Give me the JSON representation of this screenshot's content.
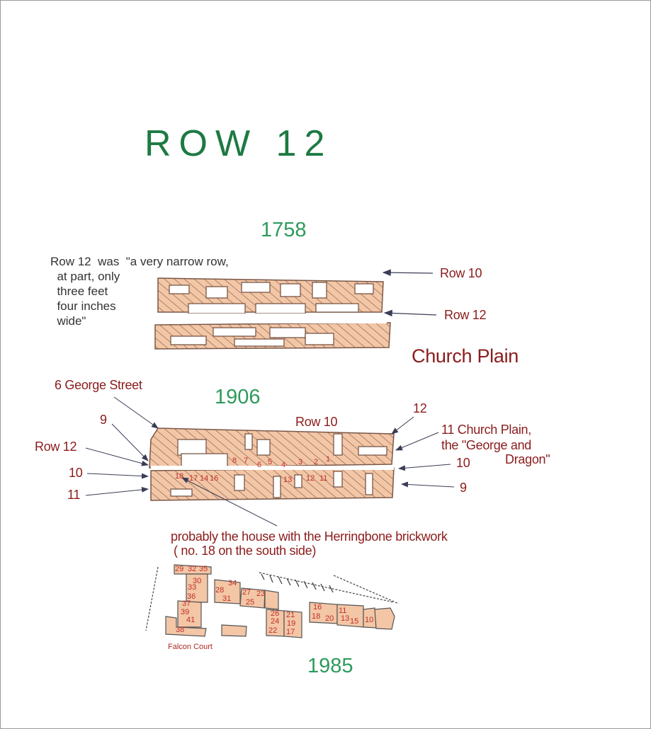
{
  "title": "ROW 12",
  "map_1758": {
    "year": "1758",
    "quote": "Row 12  was  \"a very narrow row,\n  at part, only\n  three feet\n  four inches\n  wide\"",
    "labels": {
      "row10": "Row 10",
      "row12": "Row 12",
      "church_plain": "Church Plain"
    }
  },
  "map_1906": {
    "year": "1906",
    "labels": {
      "george_street": "6 George Street",
      "n12": "12",
      "n9_left": "9",
      "row10": "Row 10",
      "church_plain_1": "11 Church Plain,",
      "church_plain_2": "the \"George and",
      "church_plain_3": "Dragon\"",
      "row12": "Row 12",
      "n10_left": "10",
      "n10_right": "10",
      "n11_left": "11",
      "n9_right": "9"
    },
    "house_numbers_north": [
      "8",
      "7",
      "6",
      "5",
      "4",
      "3",
      "2",
      "1"
    ],
    "house_numbers_south": [
      "18",
      "17",
      "14",
      "16",
      "13",
      "12",
      "11"
    ],
    "note_1": "probably the house with the Herringbone brickwork",
    "note_2": "( no. 18 on the south side)"
  },
  "map_1985": {
    "year": "1985",
    "falcon_court": "Falcon Court",
    "house_numbers": [
      "29",
      "32",
      "35",
      "30",
      "33",
      "36",
      "37",
      "39",
      "41",
      "38",
      "28",
      "34",
      "31",
      "27",
      "23",
      "25",
      "26",
      "24",
      "22",
      "21",
      "19",
      "17",
      "16",
      "18",
      "20",
      "11",
      "13",
      "15",
      "10"
    ]
  },
  "colors": {
    "title": "#1d7a43",
    "year": "#2e9a5c",
    "label": "#8b1c1c",
    "number": "#c0302a",
    "building": "#f3c6a6",
    "outline": "#7a5848",
    "arrow": "#3a3d55"
  }
}
